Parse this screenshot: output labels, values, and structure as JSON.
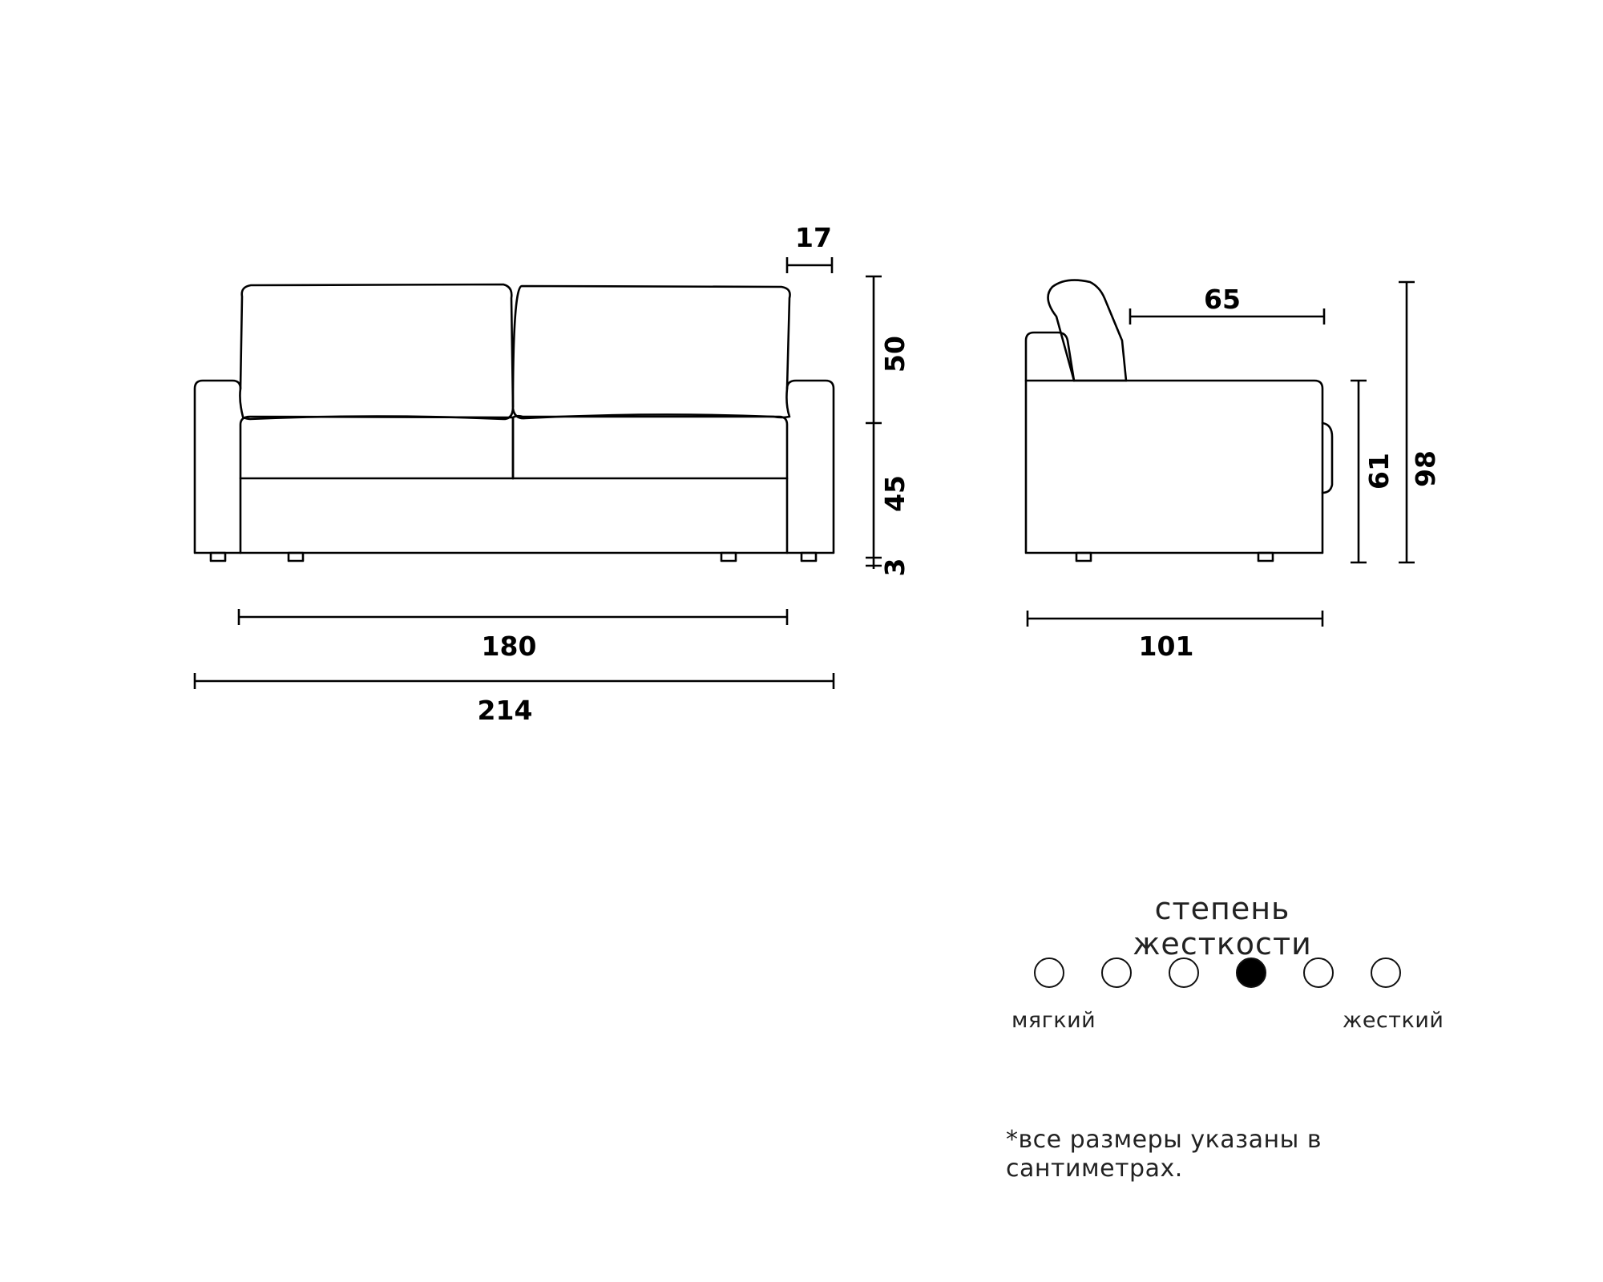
{
  "dimensions": {
    "back_thickness": "17",
    "back_height": "50",
    "seat_height": "45",
    "leg_height": "3",
    "seat_width": "180",
    "total_width": "214",
    "seat_depth": "65",
    "arm_height": "61",
    "total_height": "98",
    "total_depth": "101"
  },
  "firmness": {
    "title": "степень жесткости",
    "levels": [
      false,
      false,
      false,
      true,
      false,
      false
    ],
    "soft_label": "мягкий",
    "hard_label": "жесткий"
  },
  "note": "*все размеры указаны в сантиметрах."
}
